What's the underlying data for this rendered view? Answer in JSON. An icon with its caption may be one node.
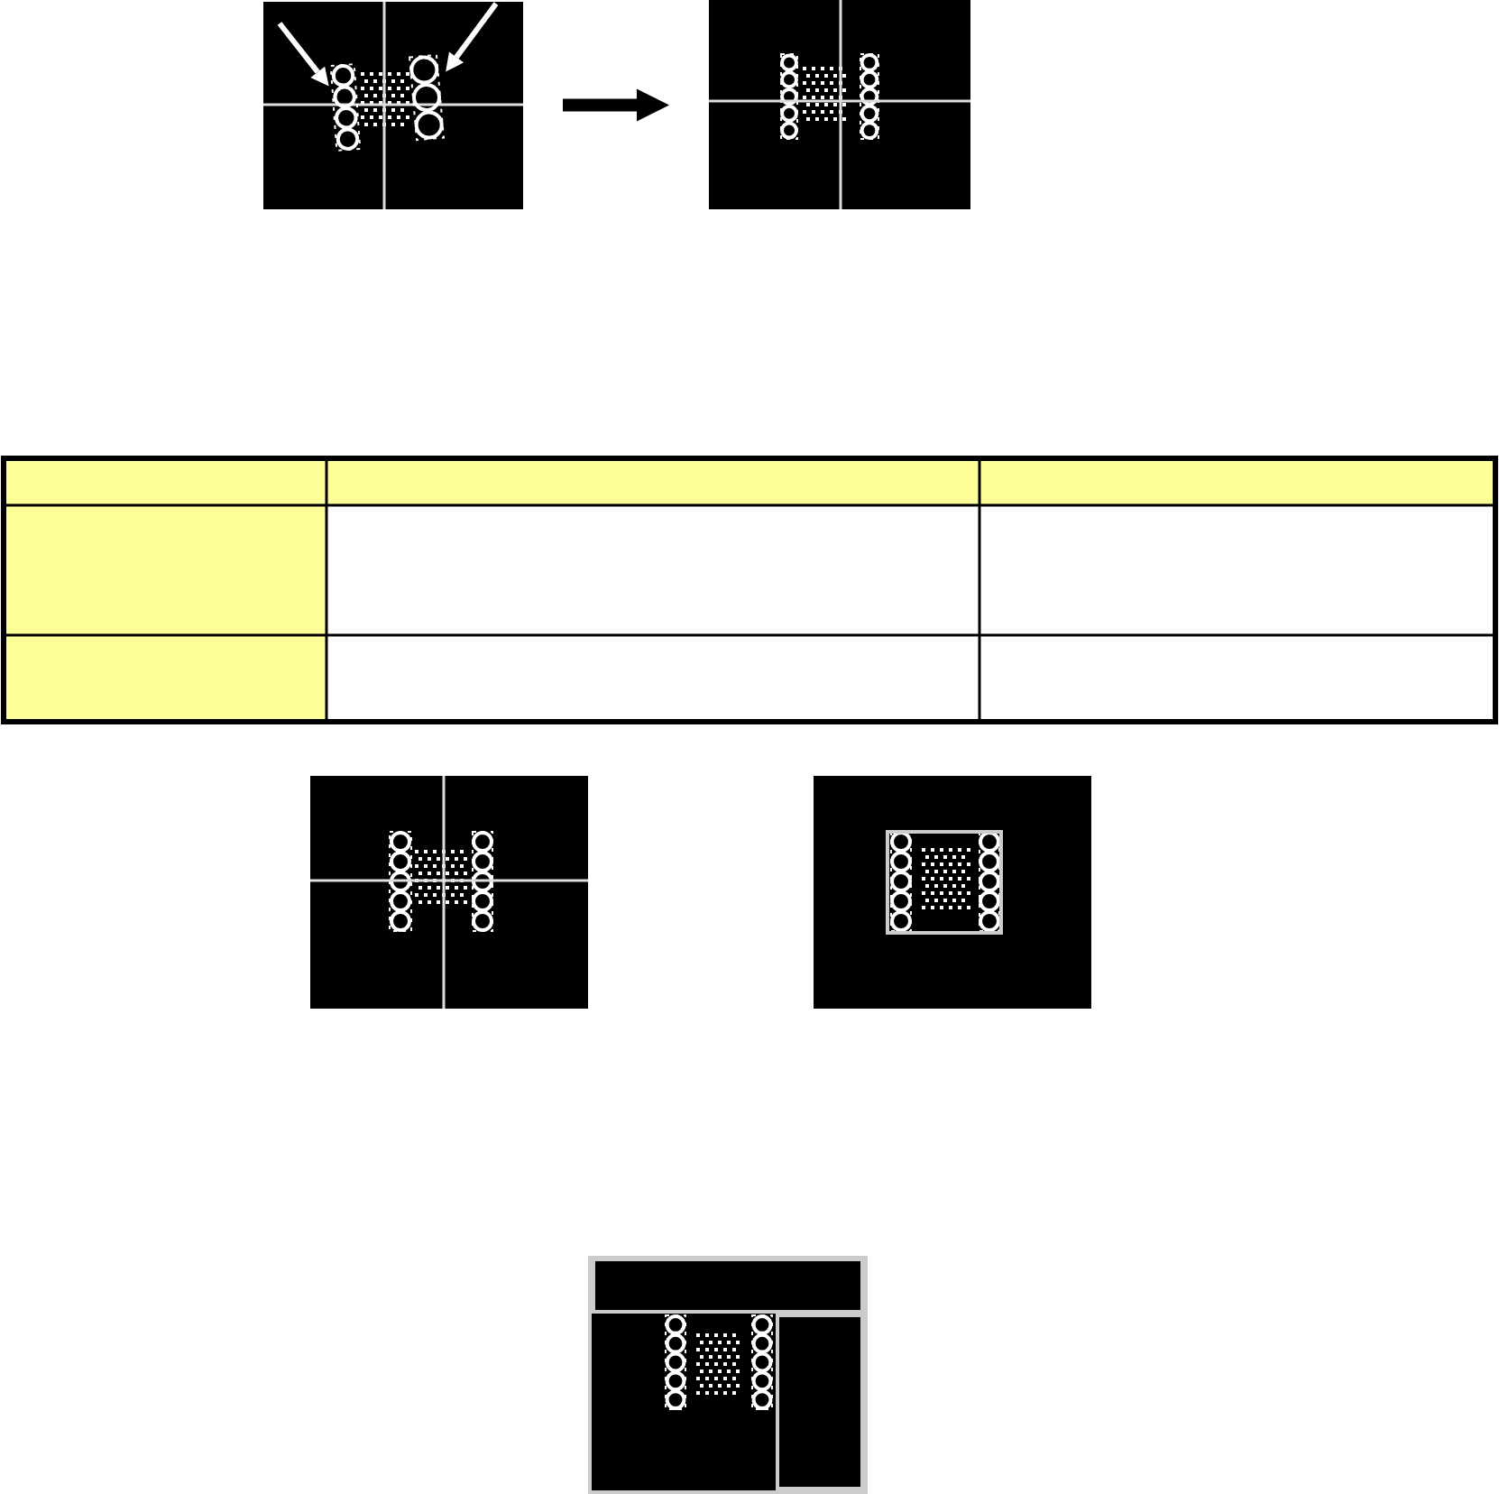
{
  "diagram": {
    "nodes": [
      {
        "text": [],
        "shape": "picture"
      },
      {
        "text": [],
        "shape": "bar",
        "in": 0
      },
      {
        "text": [],
        "shape": "bar",
        "in": 0
      },
      {
        "text": [],
        "shape": "picture"
      },
      {
        "text": [],
        "shape": "picture"
      },
      {
        "text": [],
        "shape": "picture"
      },
      {
        "text": [],
        "shape": "picture"
      }
    ],
    "edges": [
      {
        "from": null,
        "to": 1,
        "arrow": "to"
      },
      {
        "from": null,
        "to": 2,
        "arrow": "to"
      },
      {
        "from": 0,
        "to": 3,
        "arrow": "to",
        "style": "thick",
        "color": "#000000"
      }
    ]
  }
}
